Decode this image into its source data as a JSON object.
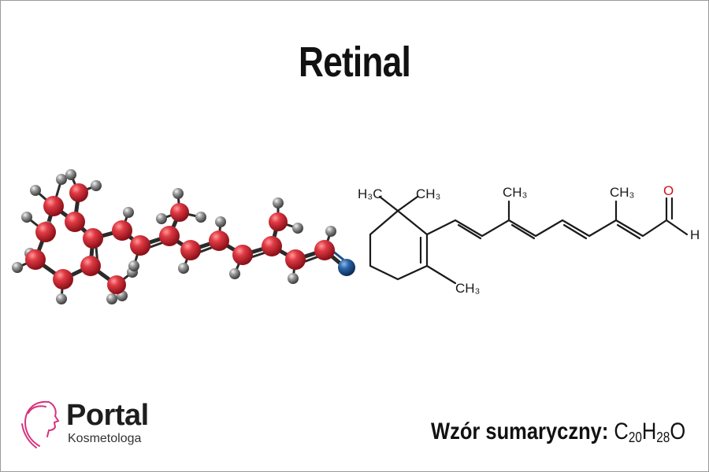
{
  "title": "Retinal",
  "structure_labels": {
    "h3c_left": "H₃C",
    "ch3_top_ring": "CH₃",
    "ch3_top_mid": "CH₃",
    "ch3_top_right": "CH₃",
    "ch3_ring_bottom": "CH₃",
    "oxygen": "O",
    "hydrogen": "H"
  },
  "logo": {
    "name": "Portal",
    "subtitle": "Kosmetologa"
  },
  "formula": {
    "label": "Wzór sumaryczny:",
    "c": "C",
    "c_count": "20",
    "h": "H",
    "h_count": "28",
    "o": "O"
  },
  "colors": {
    "carbon": "#c4202c",
    "hydrogen": "#8a8a8a",
    "oxygen": "#1f4f86",
    "bond": "#2b2b2b",
    "logo_accent": "#d6337e",
    "oxygen_label": "#d0101a"
  }
}
